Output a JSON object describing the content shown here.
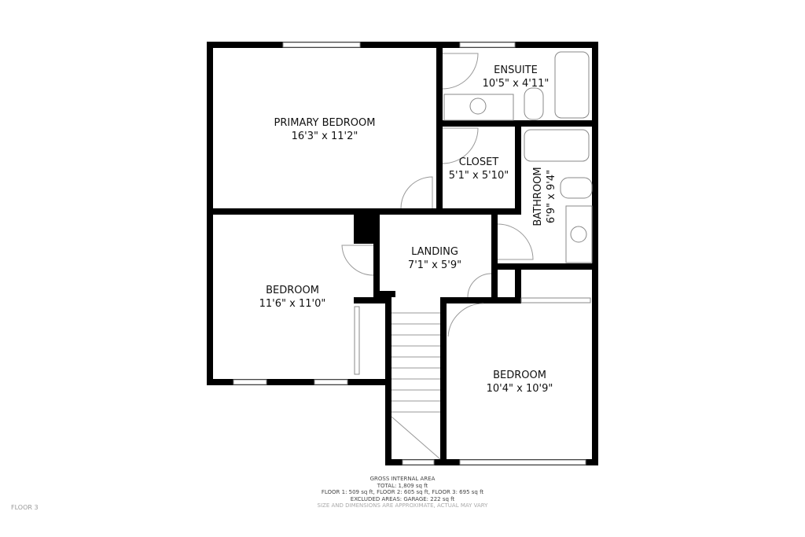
{
  "rooms": {
    "primary": {
      "name": "PRIMARY BEDROOM",
      "size": "16'3\" x 11'2\""
    },
    "ensuite": {
      "name": "ENSUITE",
      "size": "10'5\" x 4'11\""
    },
    "closet": {
      "name": "CLOSET",
      "size": "5'1\" x 5'10\""
    },
    "bathroom": {
      "name": "BATHROOM",
      "size": "6'9\" x 9'4\""
    },
    "landing": {
      "name": "LANDING",
      "size": "7'1\" x 5'9\""
    },
    "bedroom_left": {
      "name": "BEDROOM",
      "size": "11'6\" x 11'0\""
    },
    "bedroom_right": {
      "name": "BEDROOM",
      "size": "10'4\" x 10'9\""
    }
  },
  "footer": {
    "title": "GROSS INTERNAL AREA",
    "total": "TOTAL: 1,809 sq ft",
    "floors": "FLOOR 1: 509 sq ft, FLOOR 2: 605 sq ft, FLOOR 3: 695 sq ft",
    "excluded": "EXCLUDED AREAS: GARAGE: 222 sq ft",
    "disclaimer": "SIZE AND DIMENSIONS ARE APPROXIMATE, ACTUAL MAY VARY"
  },
  "floor_label": "FLOOR 3",
  "colors": {
    "wall": "#000000",
    "fixture": "#888888"
  }
}
